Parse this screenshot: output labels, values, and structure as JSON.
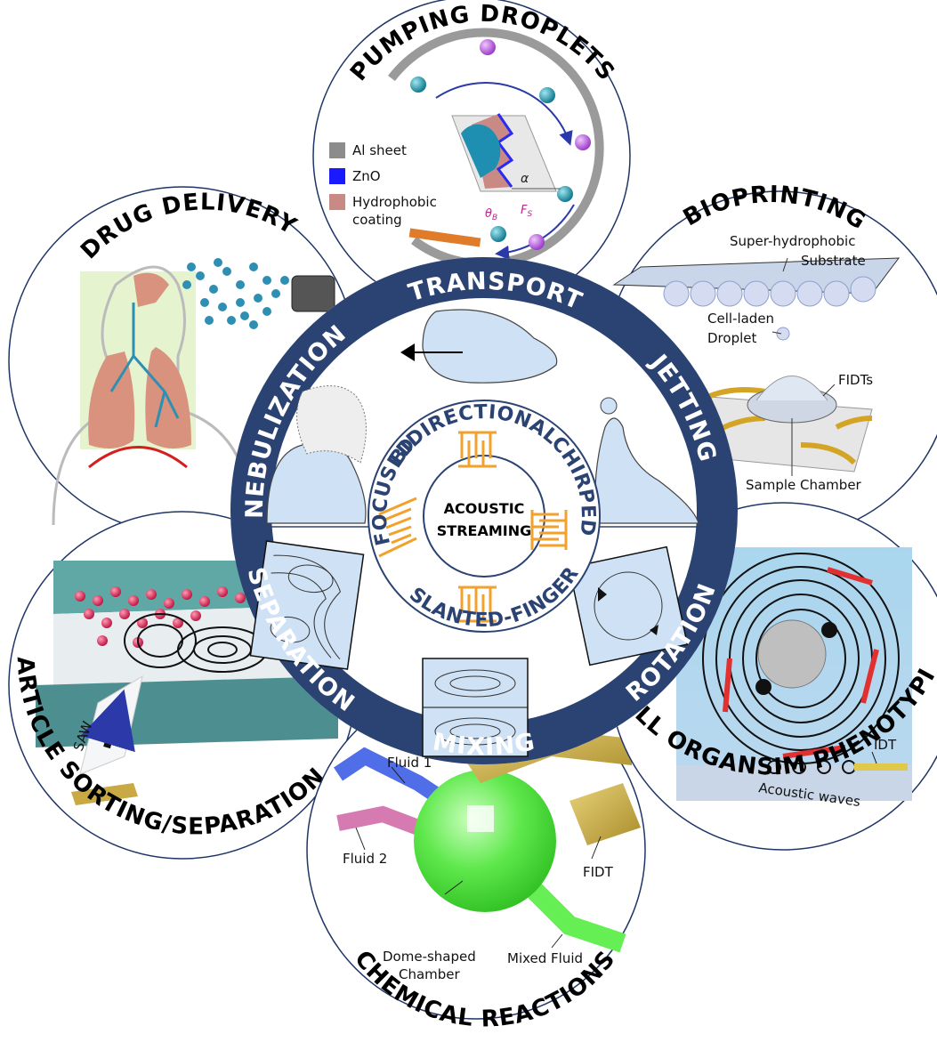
{
  "center": {
    "line1": "ACOUSTIC",
    "line2": "STREAMING"
  },
  "inner_ring": [
    "BIDIRECTIONAL",
    "CHIRPED",
    "SLANTED-FINGER",
    "FOCUSED"
  ],
  "outer_ring": [
    "TRANSPORT",
    "JETTING",
    "ROTATION",
    "MIXING",
    "SEPARATION",
    "NEBULIZATION"
  ],
  "petals": {
    "pumping": {
      "title": "PUMPING DROPLETS",
      "legend": [
        {
          "label": "Al sheet",
          "color": "#8c8c8c"
        },
        {
          "label": "ZnO",
          "color": "#1a1aff"
        },
        {
          "label": "Hydrophobic",
          "color": "#c98a86"
        },
        {
          "label": "coating",
          "color": ""
        }
      ],
      "symbols": {
        "alpha": "α",
        "theta": "θ",
        "theta_sub": "B",
        "force": "F",
        "force_sub": "S"
      }
    },
    "drug": {
      "title": "DRUG DELIVERY"
    },
    "bioprinting": {
      "title": "BIOPRINTING",
      "labels": [
        "Super-hydrophobic",
        "Substrate",
        "Cell-laden",
        "Droplet",
        "FIDTs",
        "Sample Chamber"
      ]
    },
    "sorting": {
      "title": "PARTICLE SORTING/SEPARATION",
      "labels": [
        "SAW"
      ]
    },
    "chemical": {
      "title": "CHEMICAL REACTIONS",
      "labels": [
        "Fluid 1",
        "Fluid 2",
        "FIDT",
        "Dome-shaped",
        "Chamber",
        "Mixed Fluid"
      ]
    },
    "organism": {
      "title": "SMALL ORGANSIM PHENOTYPING",
      "labels": [
        "IDT",
        "Acoustic waves"
      ]
    }
  },
  "colors": {
    "ring": "#2b4372",
    "inner_ring_bg": "#ffffff",
    "idt": "#f2a22c",
    "fluid": "#cfe1f4",
    "green_fluid": "#66ee55",
    "skyblue": "#a9d3ec"
  }
}
